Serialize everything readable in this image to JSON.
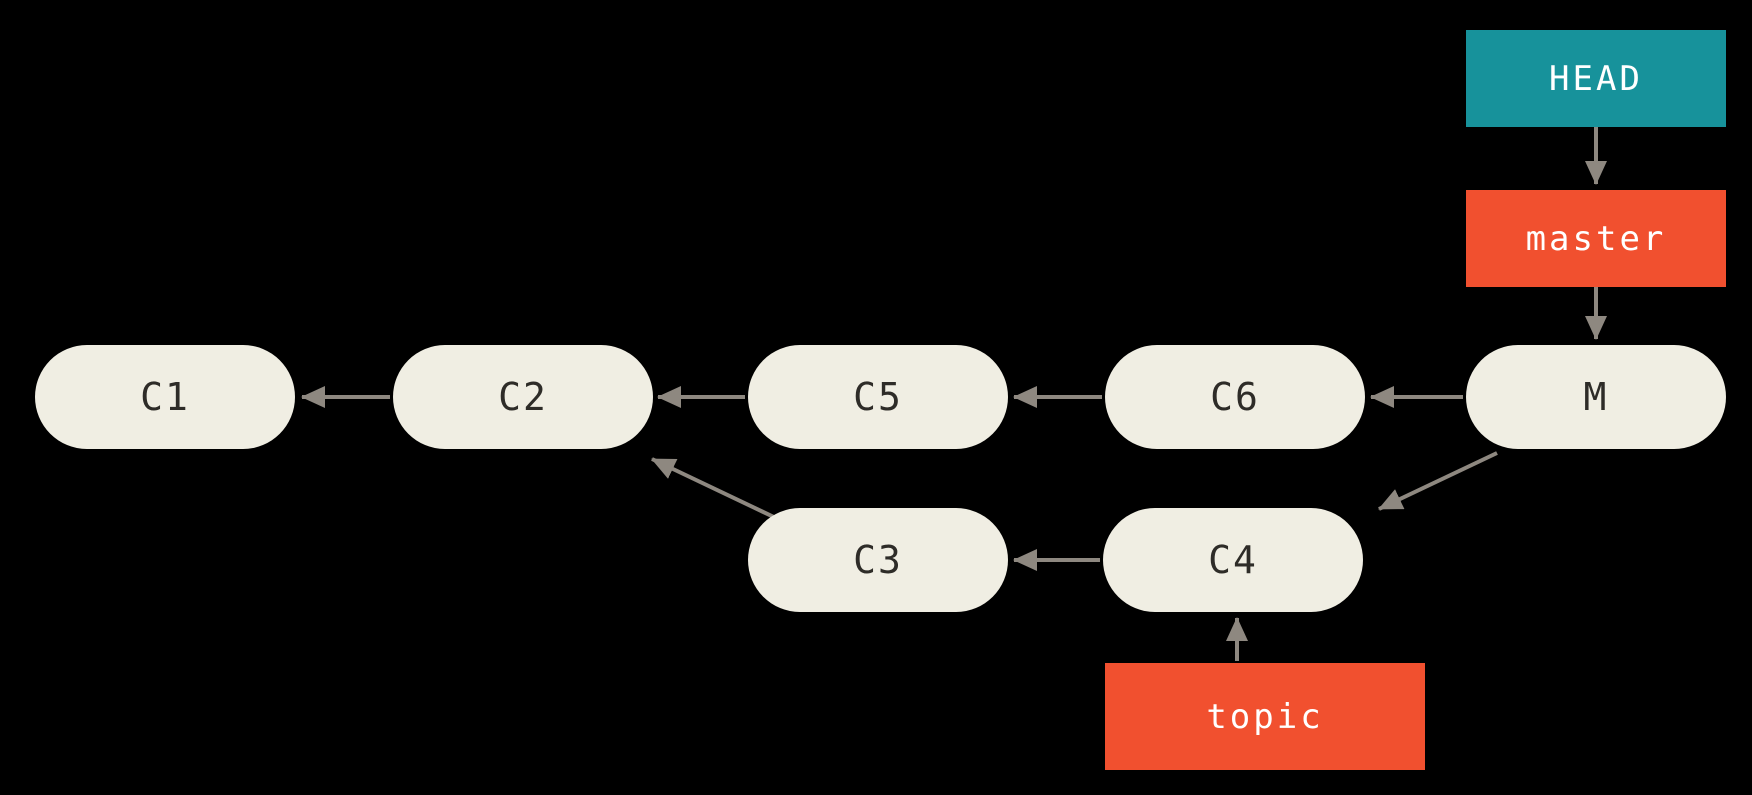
{
  "diagram": {
    "type": "git-commit-graph",
    "colors": {
      "background": "#000000",
      "commit_fill": "#F0EEE3",
      "commit_text": "#2E2C28",
      "head_ref_fill": "#17929B",
      "branch_ref_fill": "#F1502F",
      "ref_text": "#FFFFFF",
      "arrow": "#8E8880"
    },
    "commits": [
      {
        "id": "C1",
        "label": "C1"
      },
      {
        "id": "C2",
        "label": "C2"
      },
      {
        "id": "C5",
        "label": "C5"
      },
      {
        "id": "C6",
        "label": "C6"
      },
      {
        "id": "M",
        "label": "M"
      },
      {
        "id": "C3",
        "label": "C3"
      },
      {
        "id": "C4",
        "label": "C4"
      }
    ],
    "refs": [
      {
        "id": "HEAD",
        "label": "HEAD",
        "kind": "head",
        "points_to": "master"
      },
      {
        "id": "master",
        "label": "master",
        "kind": "branch",
        "points_to": "M"
      },
      {
        "id": "topic",
        "label": "topic",
        "kind": "branch",
        "points_to": "C4"
      }
    ],
    "edges": [
      {
        "from": "HEAD",
        "to": "master"
      },
      {
        "from": "master",
        "to": "M"
      },
      {
        "from": "C2",
        "to": "C1"
      },
      {
        "from": "C5",
        "to": "C2"
      },
      {
        "from": "C6",
        "to": "C5"
      },
      {
        "from": "M",
        "to": "C6"
      },
      {
        "from": "C4",
        "to": "C3"
      },
      {
        "from": "C3",
        "to": "C2"
      },
      {
        "from": "M",
        "to": "C4"
      },
      {
        "from": "topic",
        "to": "C4"
      }
    ]
  }
}
